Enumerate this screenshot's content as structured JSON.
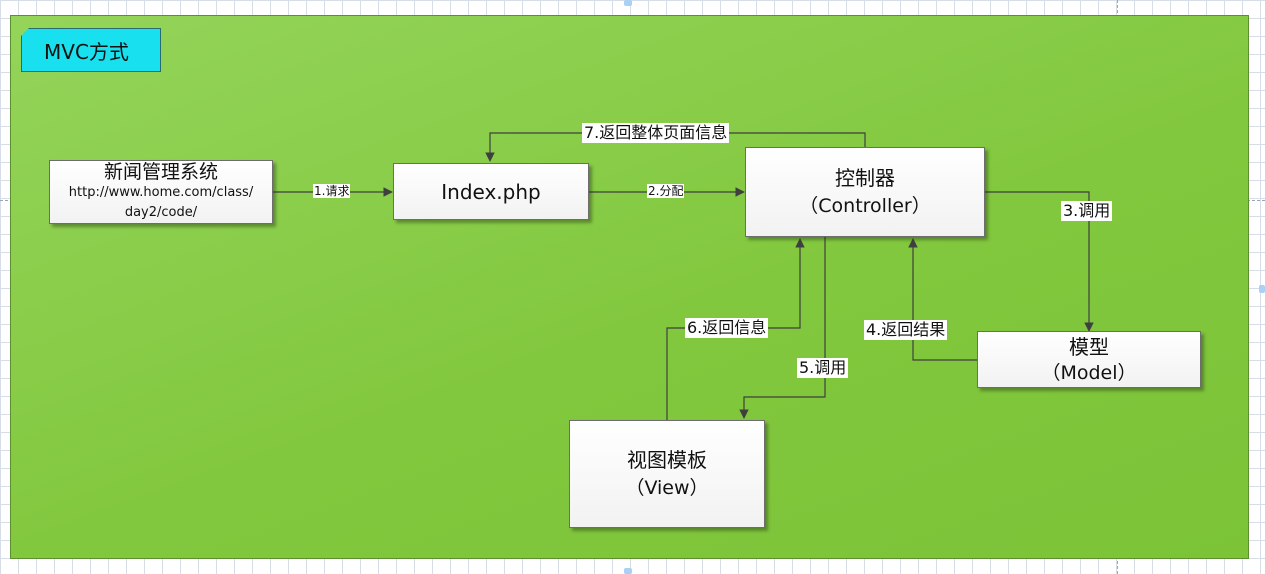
{
  "title": "MVC方式",
  "nodes": {
    "news_system": {
      "title": "新闻管理系统",
      "url_line1": "http://www.home.com/class/",
      "url_line2": "day2/code/"
    },
    "index": {
      "label": "Index.php"
    },
    "controller": {
      "title": "控制器",
      "subtitle": "（Controller）"
    },
    "model": {
      "title": "模型",
      "subtitle": "（Model）"
    },
    "view": {
      "title": "视图模板",
      "subtitle": "（View）"
    }
  },
  "edges": [
    {
      "id": "request",
      "label": "1.请求"
    },
    {
      "id": "dispatch",
      "label": "2.分配"
    },
    {
      "id": "call-model",
      "label": "3.调用"
    },
    {
      "id": "return-result",
      "label": "4.返回结果"
    },
    {
      "id": "call-view",
      "label": "5.调用"
    },
    {
      "id": "return-info",
      "label": "6.返回信息"
    },
    {
      "id": "return-page",
      "label": "7.返回整体页面信息"
    }
  ],
  "colors": {
    "canvas": "#86cb42",
    "tag": "#19e0ef",
    "box": "#ffffff",
    "line": "#3f3f3f"
  }
}
